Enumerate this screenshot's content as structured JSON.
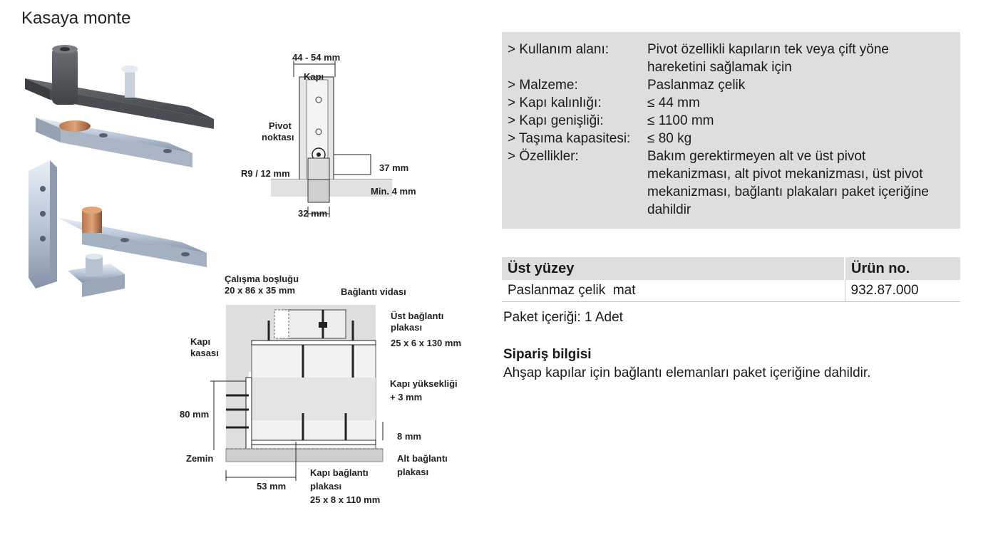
{
  "page_title": "Kasaya monte",
  "specs": [
    {
      "key": "> Kullanım alanı:",
      "value": "Pivot özellikli kapıların tek veya çift yöne hareketini sağlamak için"
    },
    {
      "key": "> Malzeme:",
      "value": "Paslanmaz çelik"
    },
    {
      "key": "> Kapı kalınlığı:",
      "value": "≤ 44 mm"
    },
    {
      "key": "> Kapı genişliği:",
      "value": "≤ 1100 mm"
    },
    {
      "key": "> Taşıma kapasitesi:",
      "value": "≤ 80 kg"
    },
    {
      "key": "> Özellikler:",
      "value": "Bakım gerektirmeyen alt ve üst pivot mekanizması, alt pivot mekanizması, üst pivot mekanizması, bağlantı plakaları paket içeriğine dahildir"
    }
  ],
  "product_table": {
    "headers": [
      "Üst yüzey",
      "Ürün no."
    ],
    "rows": [
      [
        "Paslanmaz çelik  mat",
        "932.87.000"
      ]
    ]
  },
  "package_content": "Paket içeriği: 1 Adet",
  "order_info": {
    "title": "Sipariş bilgisi",
    "text": "Ahşap kapılar için bağlantı elemanları paket içeriğine dahildir."
  },
  "diagram_top": {
    "width": "44 - 54 mm",
    "door": "Kapı",
    "pivot_1": "Pivot",
    "pivot_2": "noktası",
    "radius": "R9 / 12 mm",
    "height": "37 mm",
    "min": "Min. 4 mm",
    "bottom_width": "32 mm"
  },
  "diagram_bottom": {
    "work_gap_1": "Çalışma boşluğu",
    "work_gap_2": "20 x 86 x 35 mm",
    "screw": "Bağlantı vidası",
    "top_plate_1": "Üst bağlantı",
    "top_plate_2": "plakası",
    "top_plate_3": "25 x 6 x 130 mm",
    "frame_1": "Kapı",
    "frame_2": "kasası",
    "door_height_1": "Kapı yüksekliği",
    "door_height_2": "+ 3 mm",
    "dim_80": "80 mm",
    "dim_8": "8 mm",
    "floor": "Zemin",
    "bottom_plate_1": "Alt bağlantı",
    "bottom_plate_2": "plakası",
    "dim_53": "53 mm",
    "door_plate_1": "Kapı bağlantı",
    "door_plate_2": "plakası",
    "door_plate_3": "25 x 8 x 110 mm"
  }
}
